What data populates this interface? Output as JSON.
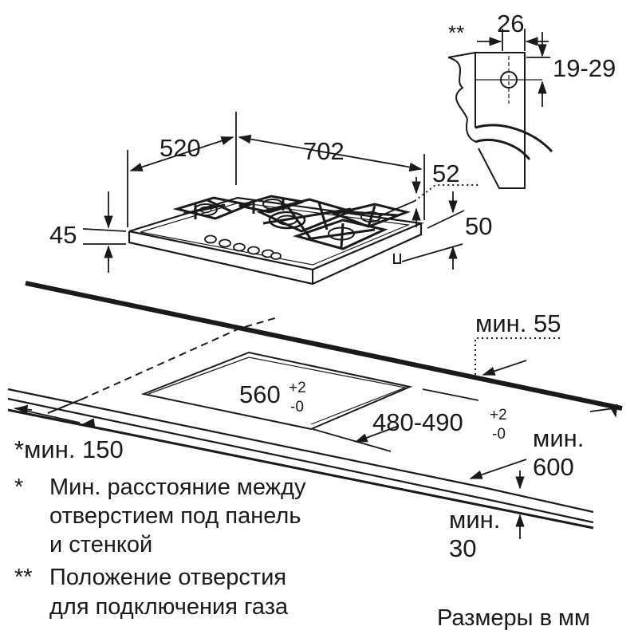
{
  "dimensions": {
    "width_depth": "520",
    "width": "702",
    "height": "45",
    "edge_height": "52",
    "gas_offset": "50",
    "gas_inlet_width": "26",
    "gas_inlet_range": "19-29"
  },
  "markers": {
    "gas_inlet": "**",
    "asterisk": "*",
    "double_asterisk": "**"
  },
  "cutout": {
    "width": "560",
    "width_tol_plus": "+2",
    "width_tol_minus": "-0",
    "depth": "480-490",
    "depth_tol_plus": "+2",
    "depth_tol_minus": "-0"
  },
  "clearances": {
    "min_55": "мин. 55",
    "min_150": "*мин. 150",
    "min_600_line1": "мин.",
    "min_600_line2": "600",
    "min_30_line1": "мин.",
    "min_30_line2": "30"
  },
  "notes": {
    "note1_line1": "Мин. расстояние между",
    "note1_line2": "отверстием под панель",
    "note1_line3": "и стенкой",
    "note2_line1": "Положение отверстия",
    "note2_line2": "для подключения газа"
  },
  "units": "Размеры в мм"
}
